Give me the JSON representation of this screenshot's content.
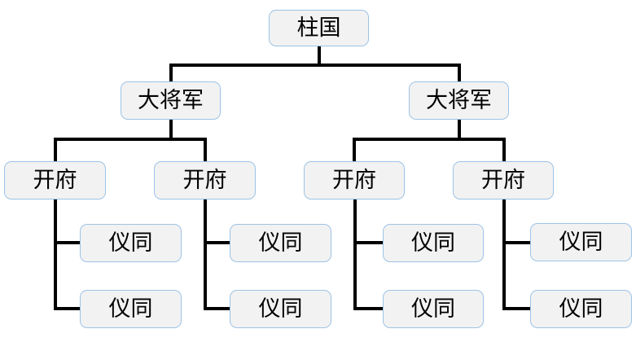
{
  "diagram": {
    "kind": "org-hierarchy-chart"
  },
  "colors": {
    "box_border": "#9dc3e6",
    "box_fill": "#f2f2f2",
    "connector": "#000000",
    "text": "#000000",
    "page_bg": "#ffffff"
  },
  "tree": {
    "label": "柱国",
    "children": [
      {
        "label": "大将军",
        "children": [
          {
            "label": "开府",
            "children": [
              {
                "label": "仪同"
              },
              {
                "label": "仪同"
              }
            ]
          },
          {
            "label": "开府",
            "children": [
              {
                "label": "仪同"
              },
              {
                "label": "仪同"
              }
            ]
          }
        ]
      },
      {
        "label": "大将军",
        "children": [
          {
            "label": "开府",
            "children": [
              {
                "label": "仪同"
              },
              {
                "label": "仪同"
              }
            ]
          },
          {
            "label": "开府",
            "children": [
              {
                "label": "仪同"
              },
              {
                "label": "仪同"
              }
            ]
          }
        ]
      }
    ]
  }
}
